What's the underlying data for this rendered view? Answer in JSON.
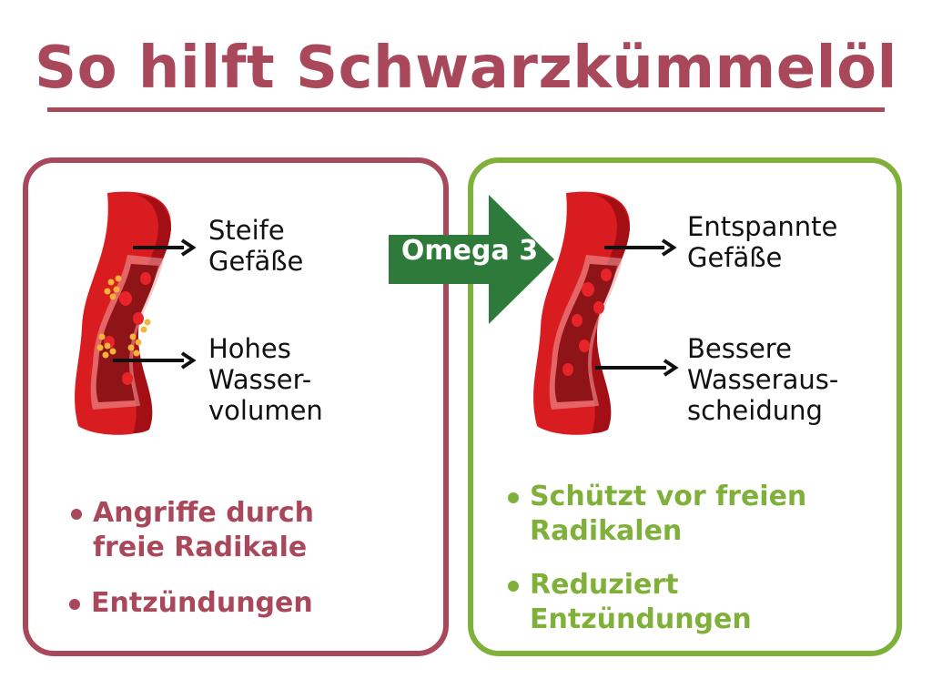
{
  "title": "So hilft Schwarzkümmelöl",
  "colors": {
    "left_accent": "#a8485a",
    "right_accent": "#7fb13a",
    "arrow_green": "#2e7a3a",
    "vessel_red": "#d81c20"
  },
  "arrow": {
    "label": "Omega 3"
  },
  "left": {
    "label_top": [
      "Steife",
      "Gefäße"
    ],
    "label_bottom": [
      "Hohes",
      "Wasser-",
      "volumen"
    ],
    "bullets": [
      {
        "lines": [
          "Angriffe durch",
          "freie Radikale"
        ]
      },
      {
        "lines": [
          "Entzündungen"
        ]
      }
    ]
  },
  "right": {
    "label_top": [
      "Entspannte",
      "Gefäße"
    ],
    "label_bottom": [
      "Bessere",
      "Wasseraus-",
      "scheidung"
    ],
    "bullets": [
      {
        "lines": [
          "Schützt vor freien",
          "Radikalen"
        ]
      },
      {
        "lines": [
          "Reduziert",
          "Entzündungen"
        ]
      }
    ]
  }
}
